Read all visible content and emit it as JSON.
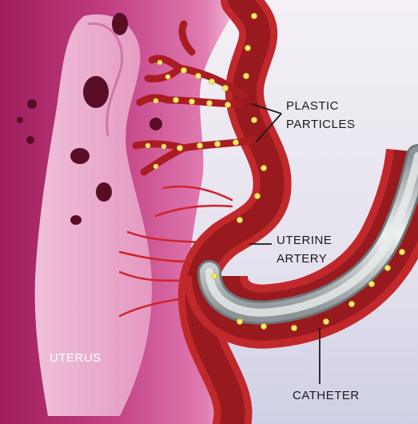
{
  "labels": {
    "plastic_line1": "PLASTIC",
    "plastic_line2": "PARTICLES",
    "uterine_line1": "UTERINE",
    "uterine_line2": "ARTERY",
    "uterus": "UTERUS",
    "catheter": "CATHETER"
  },
  "colors": {
    "uterus_dark": "#b8276a",
    "uterus_mid": "#d6579a",
    "uterus_light": "#f0b6d2",
    "artery_outer": "#c0282c",
    "artery_inner": "#8e1414",
    "catheter_body": "#a7adb0",
    "catheter_core": "#e4e7e8",
    "particle": "#f6ea6a",
    "background_bottom": "#cfd0e6"
  }
}
